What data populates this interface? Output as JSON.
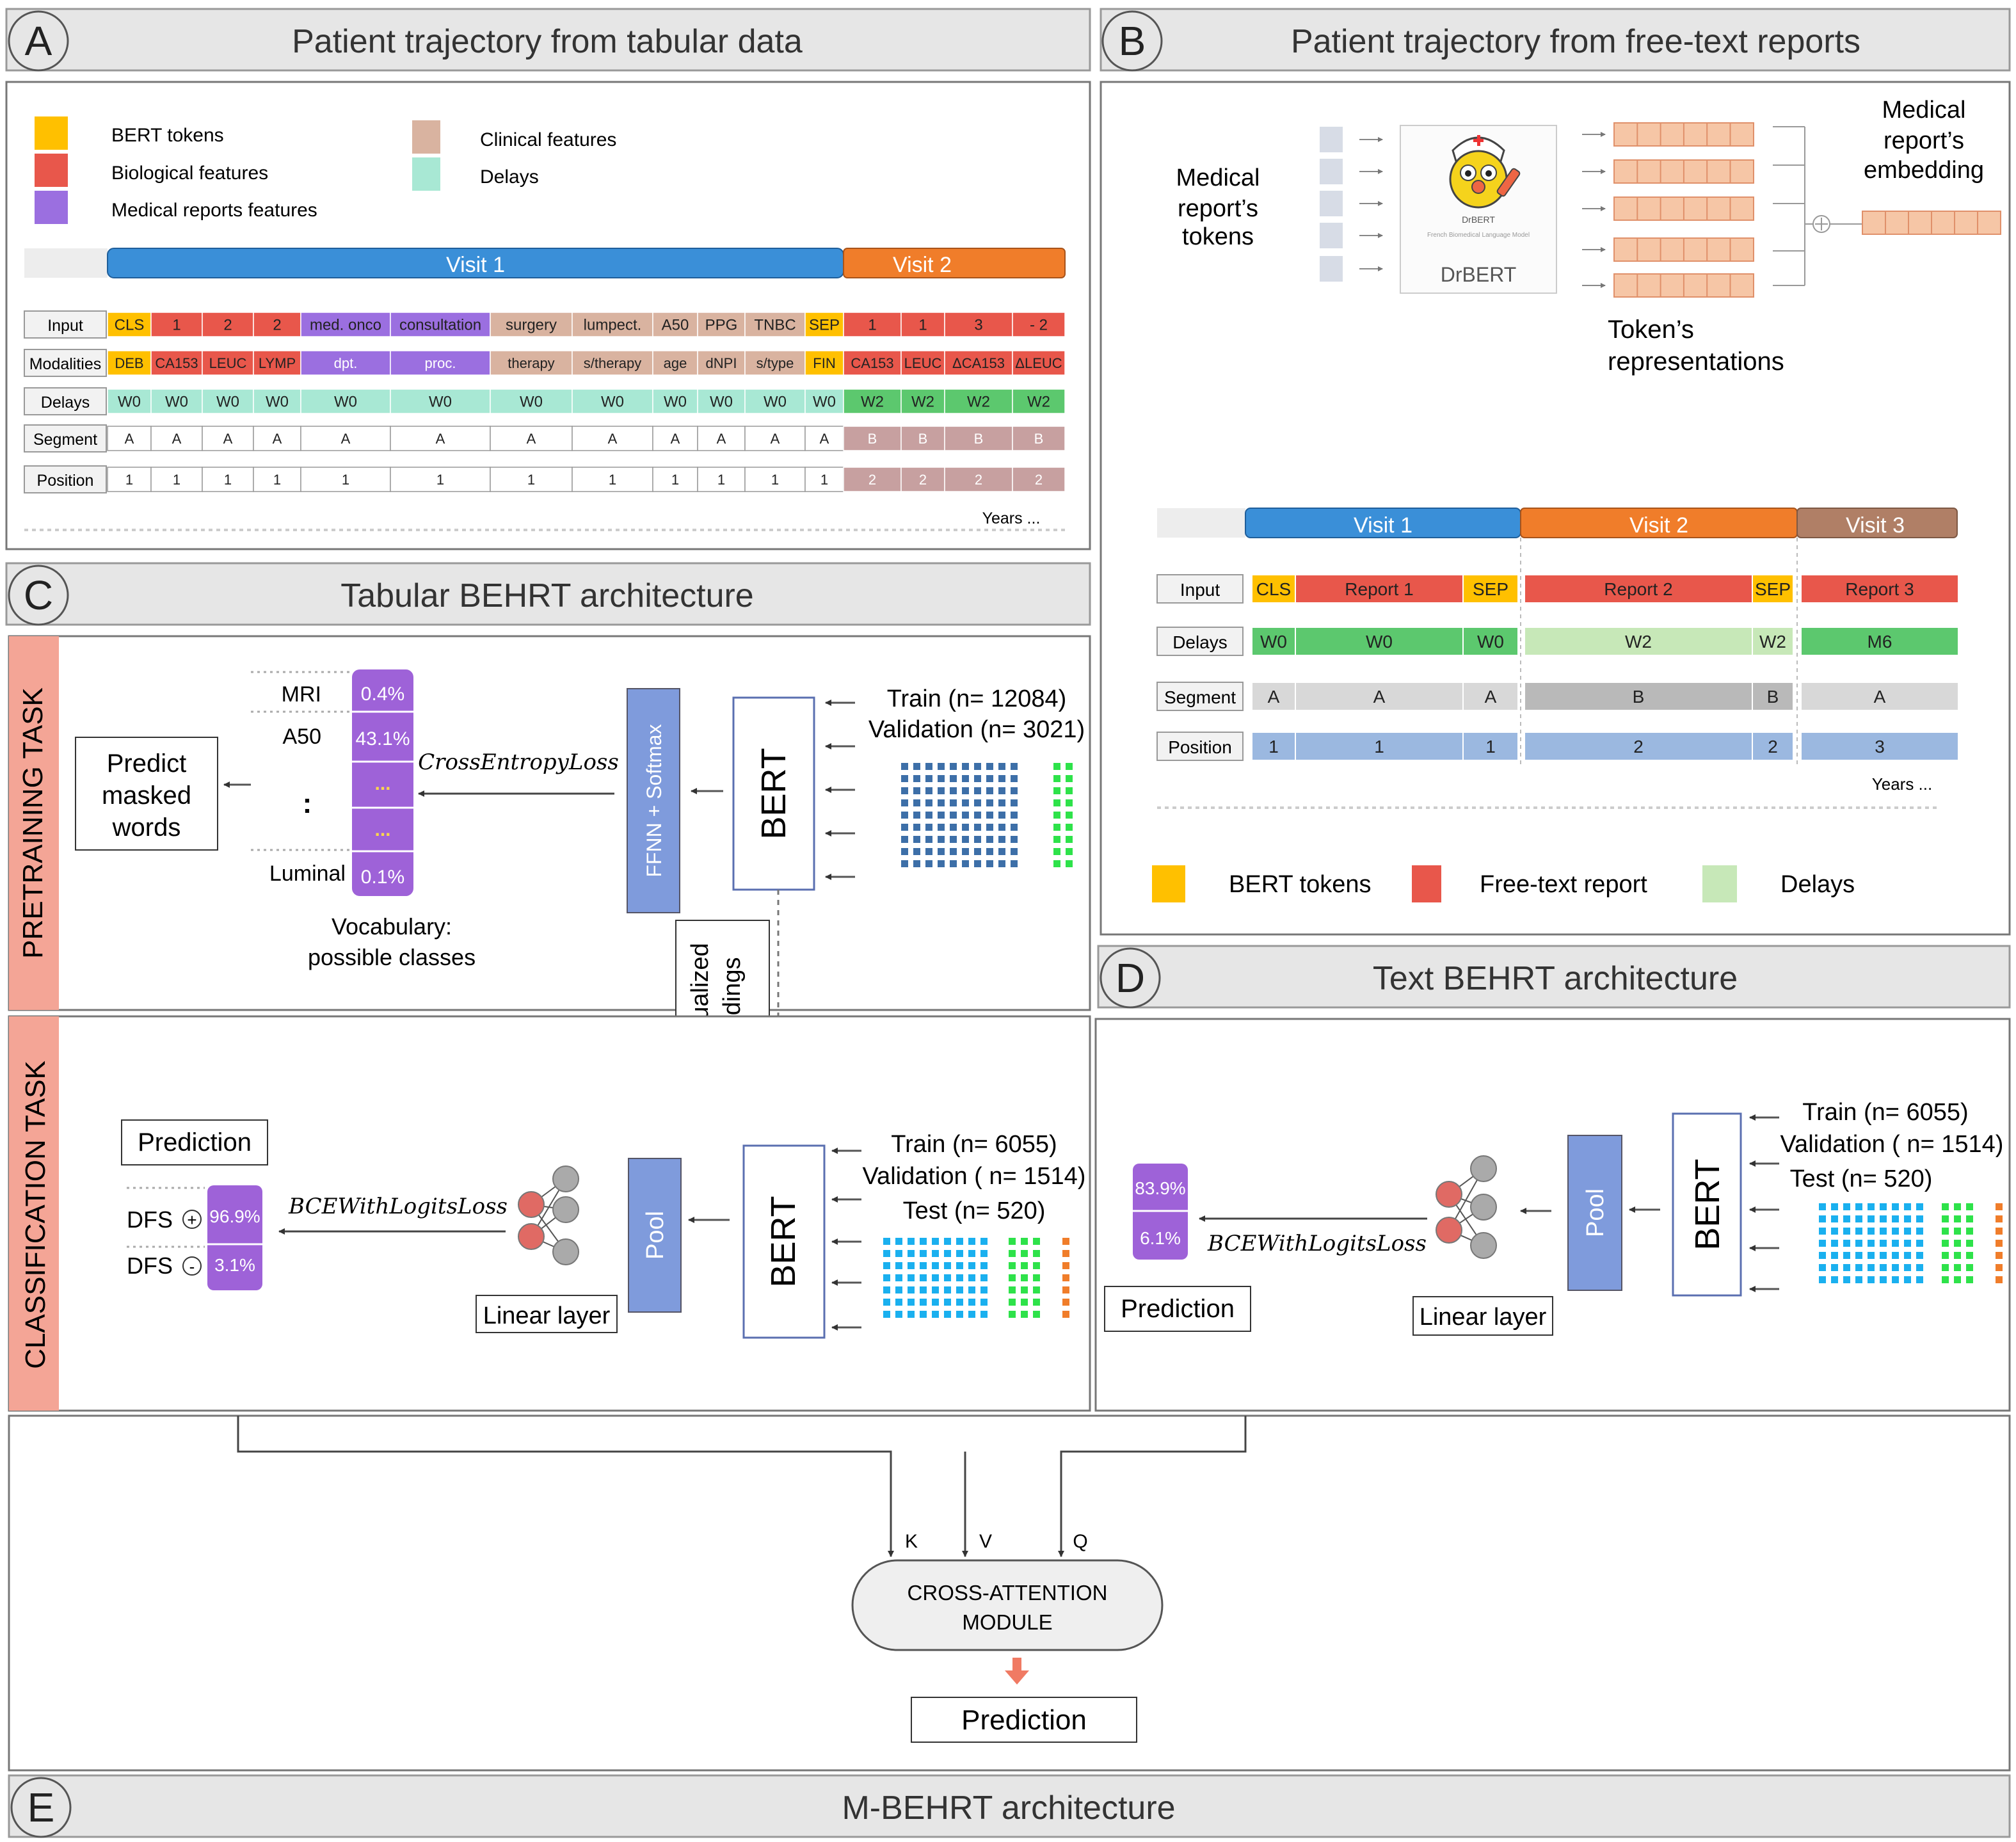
{
  "panels": {
    "A": {
      "letter": "A",
      "title": "Patient trajectory from tabular data"
    },
    "B": {
      "letter": "B",
      "title": "Patient trajectory from free-text reports"
    },
    "C": {
      "letter": "C",
      "title": "Tabular BEHRT architecture"
    },
    "D": {
      "letter": "D",
      "title": "Text BEHRT architecture"
    },
    "E": {
      "letter": "E",
      "title": "M-BEHRT architecture"
    }
  },
  "colors": {
    "bert_tokens": "#ffc000",
    "biological": "#e8574b",
    "medical_reports": "#9b6fe0",
    "clinical": "#d9b3a0",
    "delays": "#a8e8d4",
    "visit1": "#3a8fd8",
    "visit2": "#f07d2a",
    "visit3": "#b07f66",
    "delay_green": "#5cc86e",
    "delay_light": "#c7e8b8",
    "seg_grey": "#d8d8d8",
    "seg_b": "#c7a0a0",
    "pos_blue": "#9bb8e0",
    "salmon": "#f4a596",
    "purple_box": "#9e62d8",
    "pool_blue": "#7f9bdc",
    "token_peach": "#f6c6a6"
  },
  "A": {
    "legend": [
      "BERT tokens",
      "Biological features",
      "Medical reports features",
      "Clinical features",
      "Delays"
    ],
    "visit1": "Visit 1",
    "visit2": "Visit 2",
    "row_labels": [
      "Input",
      "Modalities",
      "Delays",
      "Segment",
      "Position"
    ],
    "input_v1": [
      "CLS",
      "1",
      "2",
      "2",
      "med. onco",
      "consultation",
      "surgery",
      "lumpect.",
      "A50",
      "PPG",
      "TNBC",
      "SEP"
    ],
    "input_v2": [
      "1",
      "1",
      "3",
      "- 2"
    ],
    "modalities_v1": [
      "DEB",
      "CA153",
      "LEUC",
      "LYMP",
      "dpt.",
      "proc.",
      "therapy",
      "s/therapy",
      "age",
      "dNPI",
      "s/type",
      "FIN"
    ],
    "modalities_v2": [
      "CA153",
      "LEUC",
      "ΔCA153",
      "ΔLEUC"
    ],
    "delays_v1": [
      "W0",
      "W0",
      "W0",
      "W0",
      "W0",
      "W0",
      "W0",
      "W0",
      "W0",
      "W0",
      "W0",
      "W0"
    ],
    "delays_v2": [
      "W2",
      "W2",
      "W2",
      "W2"
    ],
    "segment_v1": [
      "A",
      "A",
      "A",
      "A",
      "A",
      "A",
      "A",
      "A",
      "A",
      "A",
      "A",
      "A"
    ],
    "segment_v2": [
      "B",
      "B",
      "B",
      "B"
    ],
    "position_v1": [
      "1",
      "1",
      "1",
      "1",
      "1",
      "1",
      "1",
      "1",
      "1",
      "1",
      "1",
      "1"
    ],
    "position_v2": [
      "2",
      "2",
      "2",
      "2"
    ],
    "years": "Years ..."
  },
  "B": {
    "report_tokens": "Medical report’s tokens",
    "drbert_logo": "DrBERT",
    "drbert_sub": "French Biomedical Language Model",
    "drbert_label": "DrBERT",
    "token_repr": "Token’s representations",
    "report_embedding": "Medical report’s embedding",
    "visit1": "Visit 1",
    "visit2": "Visit 2",
    "visit3": "Visit 3",
    "row_labels": [
      "Input",
      "Delays",
      "Segment",
      "Position"
    ],
    "input": [
      "CLS",
      "Report 1",
      "SEP",
      "Report 2",
      "SEP",
      "Report 3"
    ],
    "delays": [
      "W0",
      "W0",
      "W0",
      "W2",
      "W2",
      "M6"
    ],
    "segment": [
      "A",
      "A",
      "A",
      "B",
      "B",
      "A"
    ],
    "position": [
      "1",
      "1",
      "1",
      "2",
      "2",
      "3"
    ],
    "years": "Years ...",
    "legend": [
      "BERT tokens",
      "Free-text report",
      "Delays"
    ]
  },
  "C": {
    "pretraining": "PRETRAINING TASK",
    "classification": "CLASSIFICATION TASK",
    "predict_masked": "Predict masked words",
    "vocab_labels": [
      "MRI",
      "A50",
      ":",
      "Luminal"
    ],
    "vocab_values": [
      "0.4%",
      "43.1%",
      "...",
      "...",
      "0.1%"
    ],
    "vocab_caption": "Vocabulary: possible classes",
    "cross_entropy": "CrossEntropyLoss",
    "ffnn": "FFNN + Softmax",
    "bert": "BERT",
    "train1": "Train (n= 12084)",
    "val1": "Validation (n= 3021)",
    "contextualized": "Contextualized embeddings",
    "prediction_label": "Prediction",
    "dfs_pos": "DFS",
    "dfs_neg": "DFS",
    "dfs_pos_sym": "+",
    "dfs_neg_sym": "-",
    "dfs_values": [
      "96.9%",
      "3.1%"
    ],
    "bce": "BCEWithLogitsLoss",
    "linear": "Linear layer",
    "pool": "Pool",
    "train2": "Train (n= 6055)",
    "val2": "Validation ( n= 1514)",
    "test2": "Test  (n= 520)"
  },
  "D": {
    "values": [
      "83.9%",
      "6.1%"
    ],
    "prediction": "Prediction",
    "bce": "BCEWithLogitsLoss",
    "linear": "Linear layer",
    "pool": "Pool",
    "bert": "BERT",
    "train": "Train (n= 6055)",
    "val": "Validation ( n= 1514)",
    "test": "Test  (n= 520)"
  },
  "E": {
    "k": "K",
    "v": "V",
    "q": "Q",
    "module": "CROSS-ATTENTION MODULE",
    "module_line1": "CROSS-ATTENTION",
    "module_line2": "MODULE",
    "prediction": "Prediction"
  }
}
